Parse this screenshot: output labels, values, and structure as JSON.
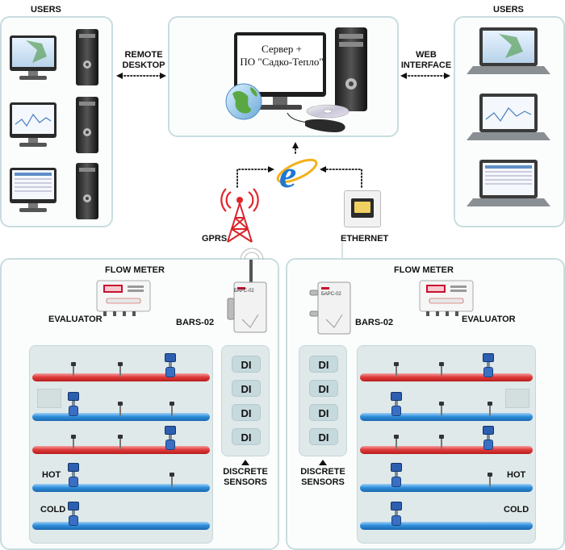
{
  "labels": {
    "users_left": "USERS",
    "users_right": "USERS",
    "remote_desktop_l1": "REMOTE",
    "remote_desktop_l2": "DESKTOP",
    "web_interface_l1": "WEB",
    "web_interface_l2": "INTERFACE",
    "server_l1": "Сервер +",
    "server_l2": "ПО \"Садко-Тепло\"",
    "gprs": "GPRS",
    "ethernet": "ETHERNET"
  },
  "left_site": {
    "title": "FLOW METER",
    "evaluator": "EVALUATOR",
    "device": "BARS-02",
    "device_text": "БАРС-02",
    "di": [
      "DI",
      "DI",
      "DI",
      "DI"
    ],
    "sensors_l1": "DISCRETE",
    "sensors_l2": "SENSORS",
    "hot": "HOT",
    "cold": "COLD"
  },
  "right_site": {
    "title": "FLOW METER",
    "evaluator": "EVALUATOR",
    "device": "BARS-02",
    "device_text": "БАРС-02",
    "di": [
      "DI",
      "DI",
      "DI",
      "DI"
    ],
    "sensors_l1": "DISCRETE",
    "sensors_l2": "SENSORS",
    "hot": "HOT",
    "cold": "COLD"
  },
  "colors": {
    "hot_pipe": "#e03b3b",
    "cold_pipe": "#2f8fdc",
    "antenna": "#e0262c",
    "panel_border": "#c9dcdf"
  },
  "icons": [
    "pc-monitor-icon",
    "pc-tower-icon",
    "laptop-icon",
    "server-monitor-icon",
    "globe-icon",
    "cd-icon",
    "mouse-icon",
    "internet-explorer-icon",
    "gprs-antenna-icon",
    "ethernet-port-icon",
    "evaluator-icon",
    "bars-02-device-icon",
    "flow-meter-icon",
    "temperature-sensor-icon"
  ]
}
